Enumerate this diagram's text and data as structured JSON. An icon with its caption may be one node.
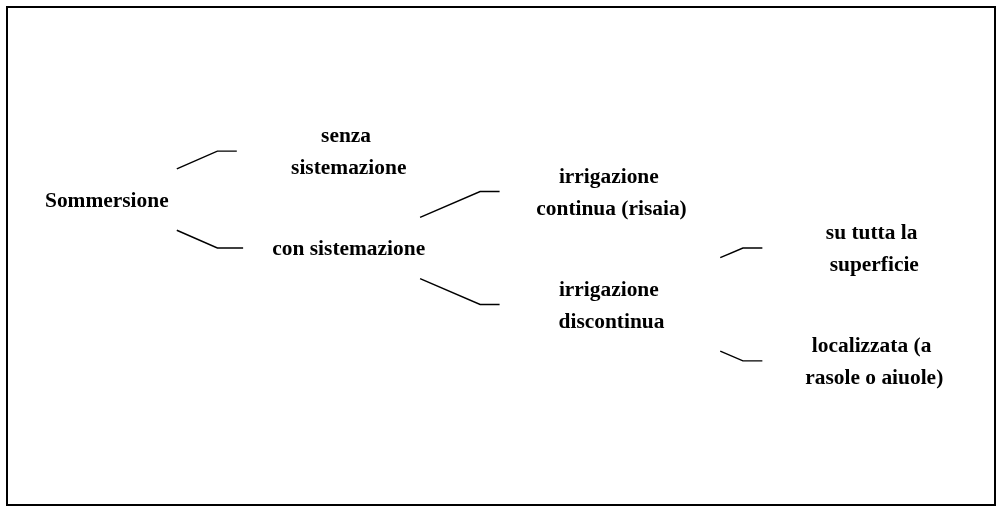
{
  "diagram": {
    "nodes": [
      {
        "text": [
          "Sommersione"
        ]
      },
      {
        "text": [
          "senza sistemazione"
        ]
      },
      {
        "text": [
          "con sistemazione"
        ]
      },
      {
        "text": [
          "irrigazione continua (risaia)"
        ]
      },
      {
        "text": [
          "irrigazione discontinua"
        ]
      },
      {
        "text": [
          "su tutta la superficie"
        ]
      },
      {
        "text": [
          "localizzata (a rasole o aiuole)"
        ]
      }
    ],
    "edges": [
      {
        "from": 0,
        "to": 1,
        "arrow": "none"
      },
      {
        "from": 0,
        "to": 2,
        "arrow": "none"
      },
      {
        "from": 2,
        "to": 3,
        "arrow": "none"
      },
      {
        "from": 2,
        "to": 4,
        "arrow": "none"
      },
      {
        "from": 4,
        "to": 5,
        "arrow": "none"
      },
      {
        "from": 4,
        "to": 6,
        "arrow": "none"
      }
    ]
  }
}
